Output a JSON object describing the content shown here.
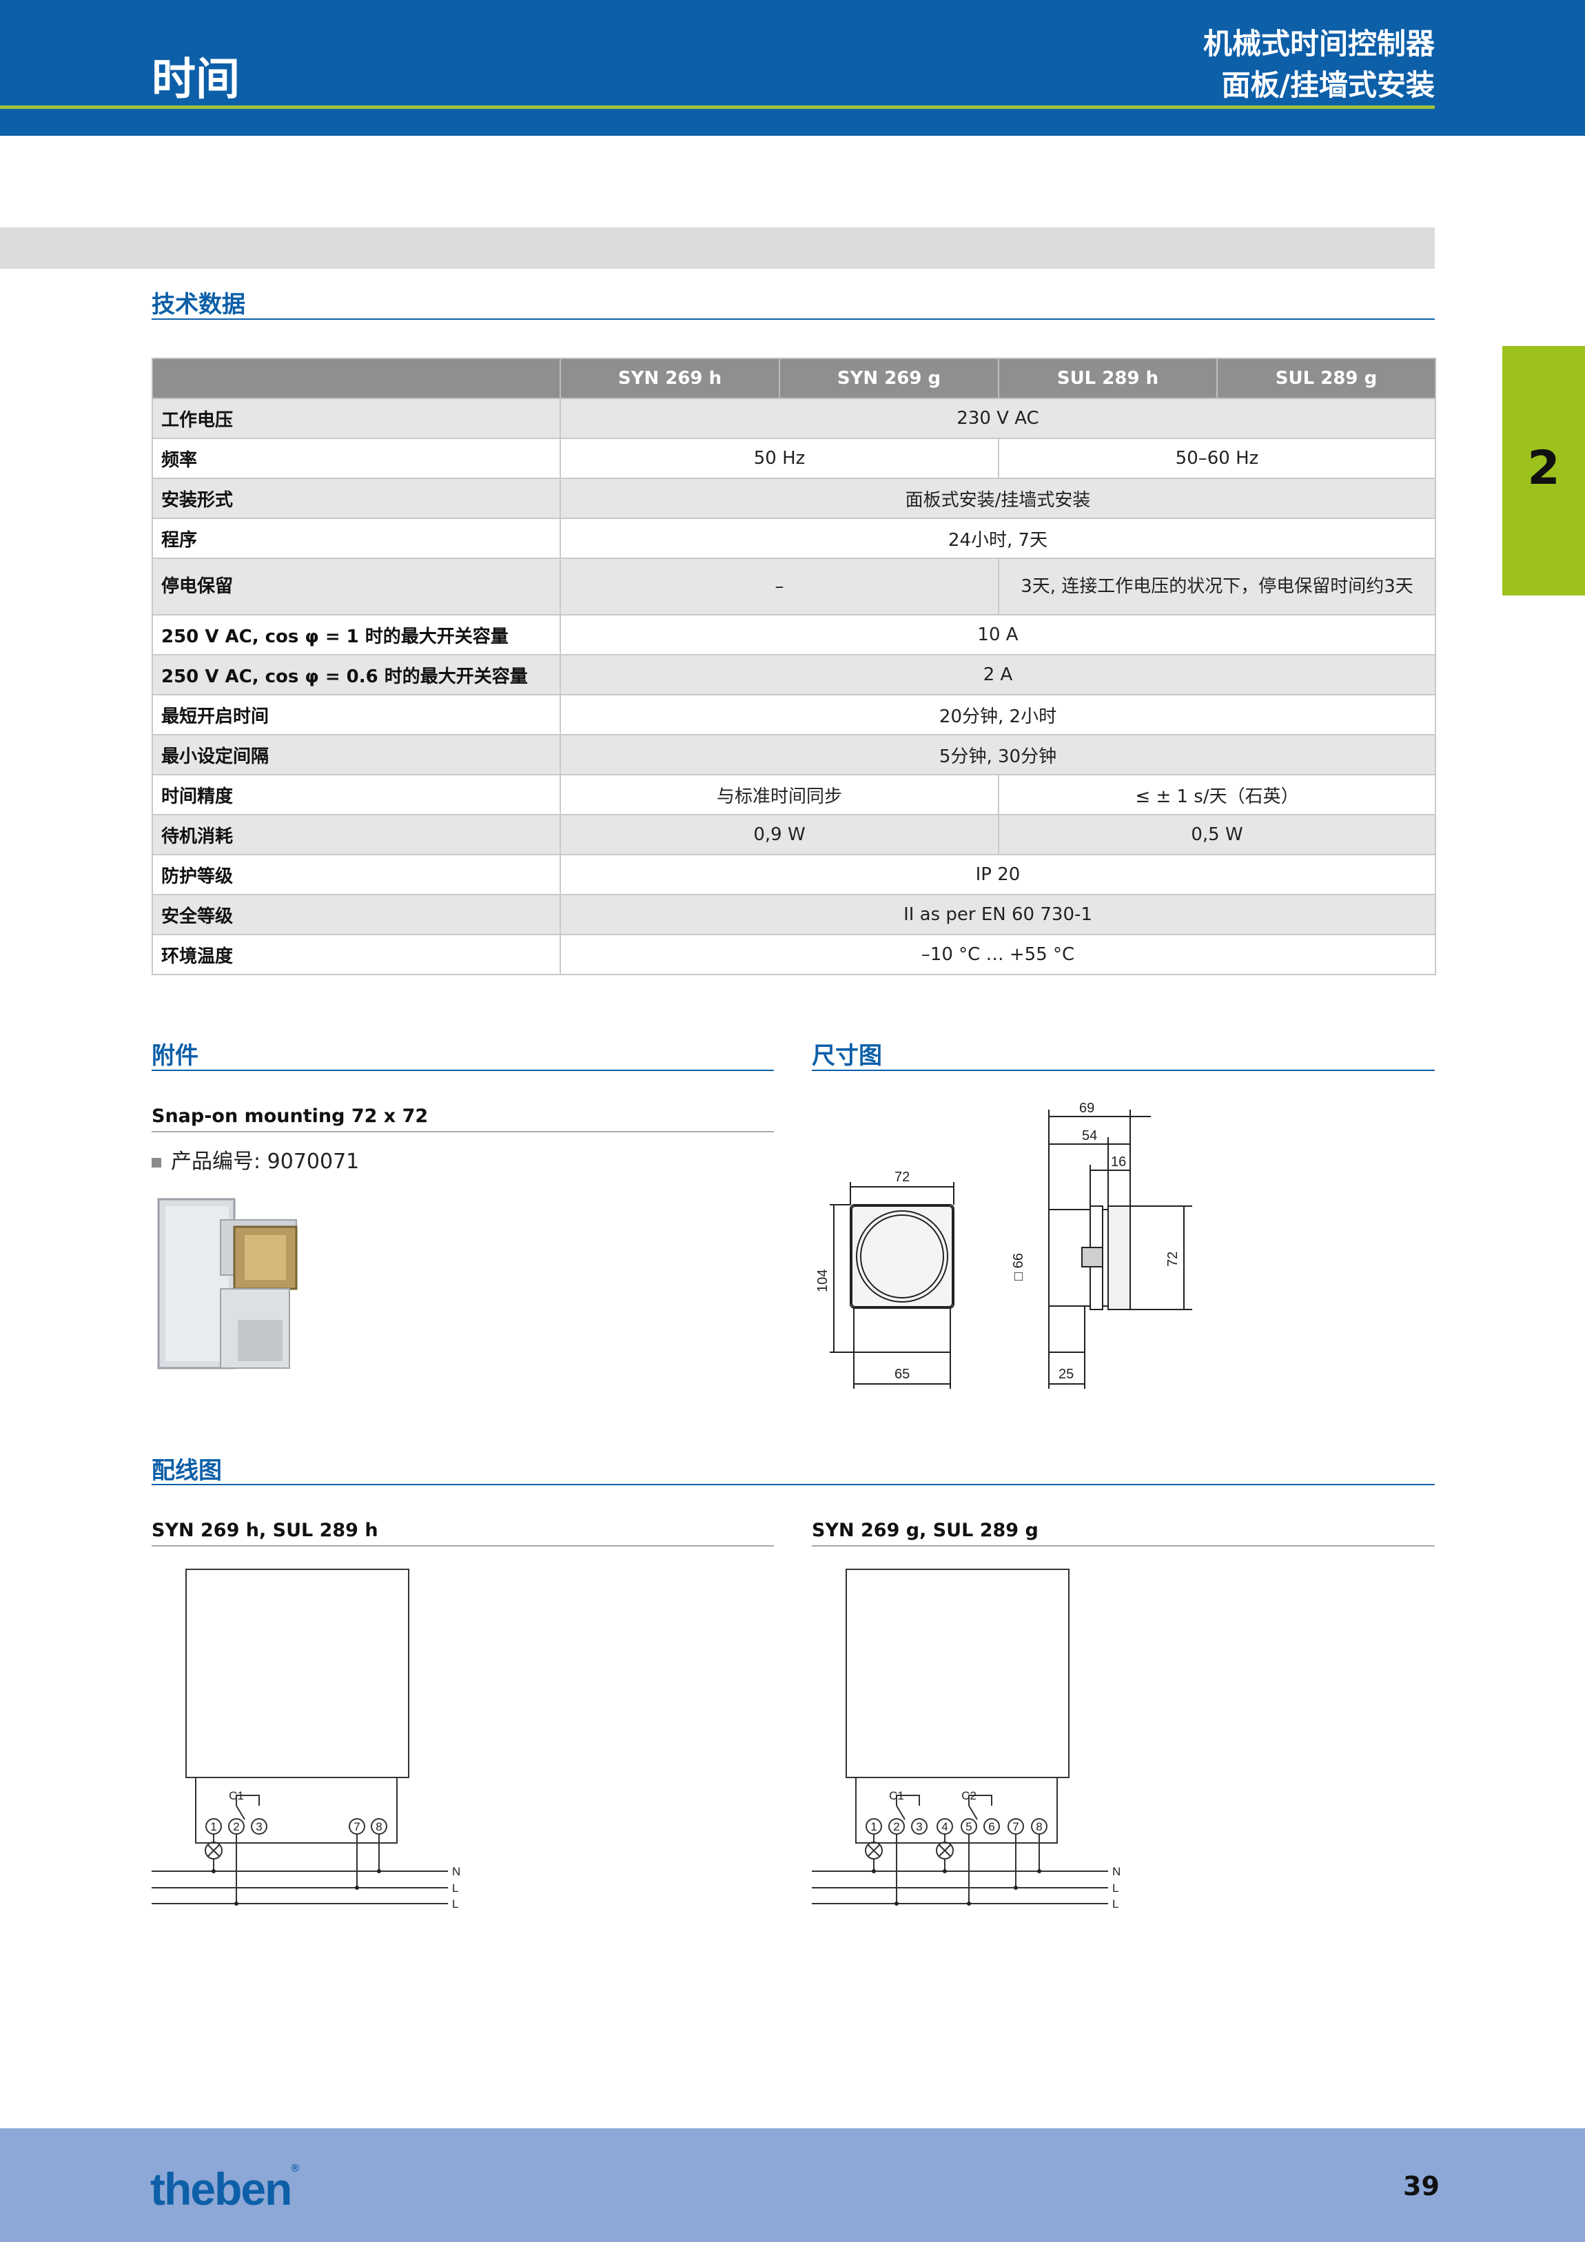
{
  "header": {
    "section": "时间",
    "title": "机械式时间控制器",
    "subtitle": "面板/挂墙式安装"
  },
  "side_tab": {
    "number": "2"
  },
  "tech_data": {
    "heading": "技术数据",
    "columns": [
      "SYN 269 h",
      "SYN 269 g",
      "SUL 289 h",
      "SUL 289 g"
    ],
    "rows": [
      {
        "label": "工作电压",
        "values": [
          "230 V AC"
        ]
      },
      {
        "label": "频率",
        "values": [
          "50 Hz",
          "50–60 Hz"
        ]
      },
      {
        "label": "安装形式",
        "values": [
          "面板式安装/挂墙式安装"
        ]
      },
      {
        "label": "程序",
        "values": [
          "24小时, 7天"
        ]
      },
      {
        "label": "停电保留",
        "values": [
          "–",
          "3天, 连接工作电压的状况下，停电保留时间约3天"
        ]
      },
      {
        "label": "250 V AC, cos φ = 1 时的最大开关容量",
        "values": [
          "10 A"
        ]
      },
      {
        "label": "250 V AC, cos φ = 0.6 时的最大开关容量",
        "values": [
          "2 A"
        ]
      },
      {
        "label": "最短开启时间",
        "values": [
          "20分钟, 2小时"
        ]
      },
      {
        "label": "最小设定间隔",
        "values": [
          "5分钟, 30分钟"
        ]
      },
      {
        "label": "时间精度",
        "values": [
          "与标准时间同步",
          "≤ ± 1 s/天（石英）"
        ]
      },
      {
        "label": "待机消耗",
        "values": [
          "0,9 W",
          "0,5 W"
        ]
      },
      {
        "label": "防护等级",
        "values": [
          "IP 20"
        ]
      },
      {
        "label": "安全等级",
        "values": [
          "II as per EN 60 730-1"
        ]
      },
      {
        "label": "环境温度",
        "values": [
          "–10 °C … +55 °C"
        ]
      }
    ]
  },
  "accessories": {
    "heading": "附件",
    "item_title": "Snap-on mounting 72 x 72",
    "item_code": "产品编号: 9070071"
  },
  "dimensions": {
    "heading": "尺寸图",
    "front_width": "72",
    "front_height": "104",
    "front_base_width": "65",
    "side_total": "69",
    "side_mid": "54",
    "side_small": "16",
    "side_square": "□ 66",
    "side_height": "72",
    "side_base": "25"
  },
  "wiring": {
    "heading": "配线图",
    "left_title": "SYN 269 h, SUL 289 h",
    "right_title": "SYN 269 g, SUL 289 g",
    "contact_1": "C1",
    "contact_2": "C2",
    "lines": [
      "N",
      "L",
      "L"
    ],
    "left_terminals": [
      "1",
      "2",
      "3",
      "7",
      "8"
    ],
    "right_terminals": [
      "1",
      "2",
      "3",
      "4",
      "5",
      "6",
      "7",
      "8"
    ]
  },
  "footer": {
    "logo": "theben",
    "page_number": "39"
  }
}
